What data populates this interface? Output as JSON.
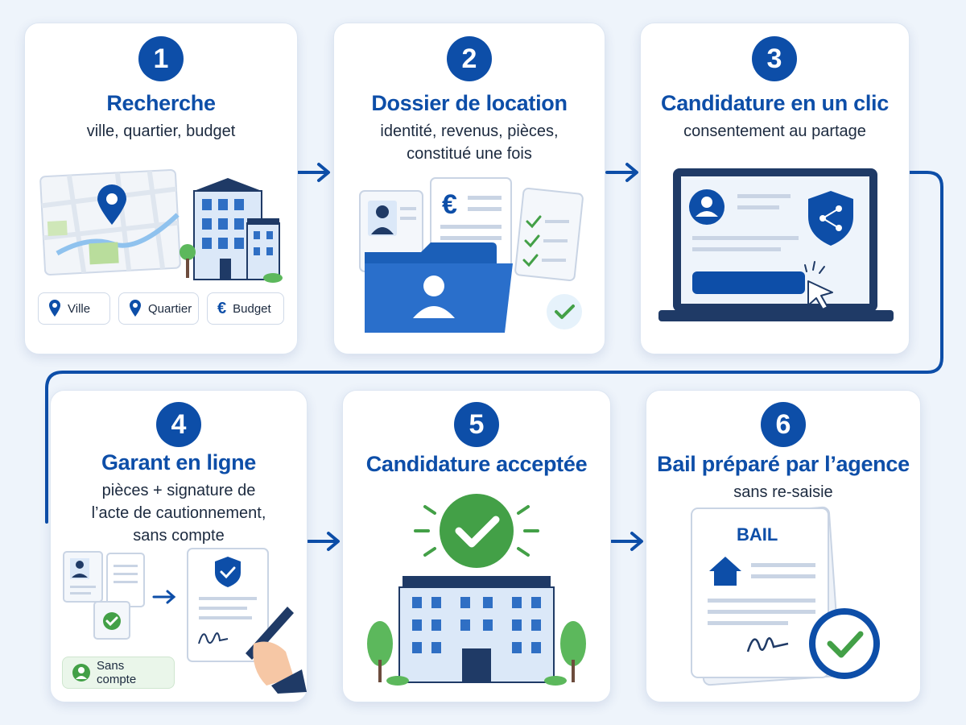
{
  "steps": [
    {
      "number": "1",
      "title": "Recherche",
      "subtitle": [
        "ville, quartier, budget"
      ],
      "chips": [
        "Ville",
        "Quartier",
        "Budget"
      ]
    },
    {
      "number": "2",
      "title": "Dossier de location",
      "subtitle": [
        "identité, revenus, pièces,",
        "constitué une fois"
      ],
      "doc_symbol": "€"
    },
    {
      "number": "3",
      "title": "Candidature en un clic",
      "subtitle": [
        "consentement au partage"
      ]
    },
    {
      "number": "4",
      "title": "Garant en ligne",
      "subtitle": [
        "pièces + signature de",
        "l’acte de cautionnement,",
        "sans compte"
      ],
      "chip": "Sans compte"
    },
    {
      "number": "5",
      "title": "Candidature acceptée",
      "subtitle": []
    },
    {
      "number": "6",
      "title": "Bail préparé par l’agence",
      "subtitle": [
        "sans re-saisie"
      ],
      "doc_label": "BAIL"
    }
  ],
  "colors": {
    "primary": "#0d4ea8",
    "dark": "#1f3a66",
    "green": "#43a047",
    "light_blue": "#dbe8f8",
    "bg": "#eef4fb"
  },
  "icons": [
    "map-pin-icon",
    "euro-icon",
    "user-icon",
    "shield-share-icon",
    "cursor-icon",
    "check-icon",
    "house-icon",
    "signature-icon",
    "pen-hand-icon",
    "shield-check-icon"
  ]
}
